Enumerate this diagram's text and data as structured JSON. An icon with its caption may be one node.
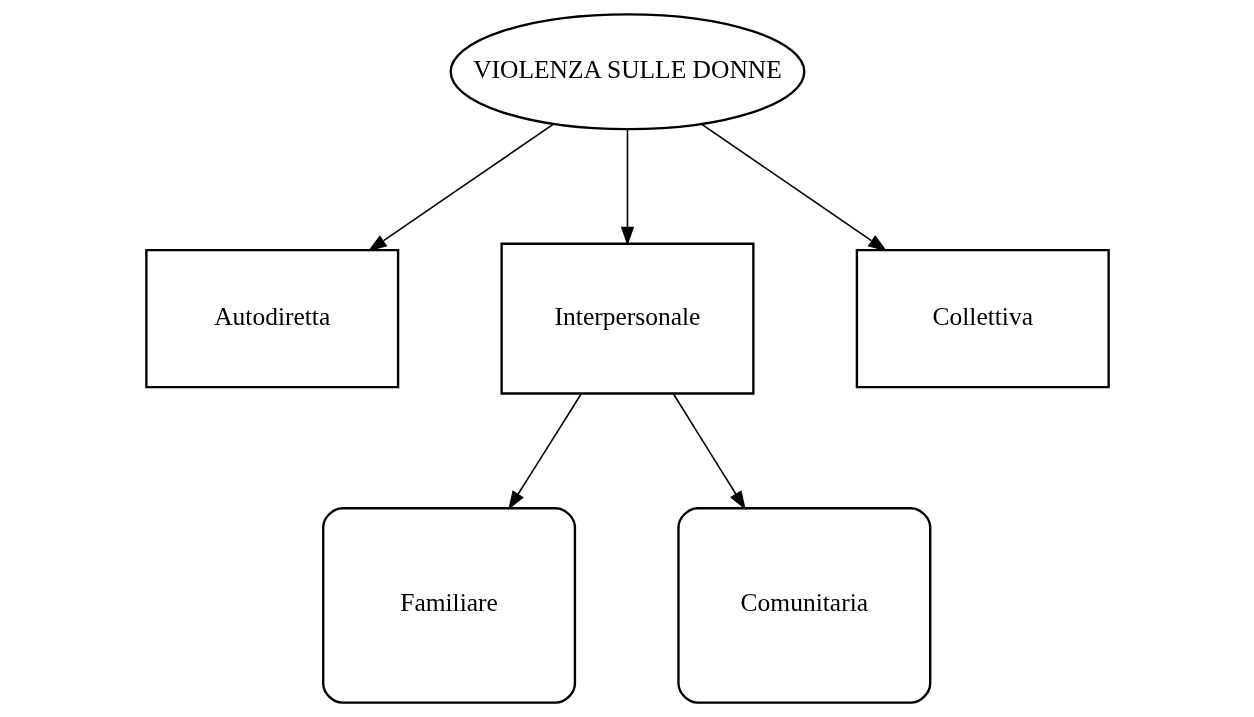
{
  "diagram": {
    "nodes": [
      {
        "text": [
          "VIOLENZA SULLE DONNE"
        ]
      },
      {
        "text": [
          "Autodiretta"
        ]
      },
      {
        "text": [
          "Interpersonale"
        ]
      },
      {
        "text": [
          "Collettiva"
        ]
      },
      {
        "text": [
          "Familiare"
        ]
      },
      {
        "text": [
          "Comunitaria"
        ]
      }
    ],
    "edges": [
      {
        "from": 0,
        "to": 1,
        "arrow": "to"
      },
      {
        "from": 0,
        "to": 2,
        "arrow": "to"
      },
      {
        "from": 0,
        "to": 3,
        "arrow": "to"
      },
      {
        "from": 2,
        "to": 4,
        "arrow": "to"
      },
      {
        "from": 2,
        "to": 5,
        "arrow": "to"
      }
    ]
  }
}
